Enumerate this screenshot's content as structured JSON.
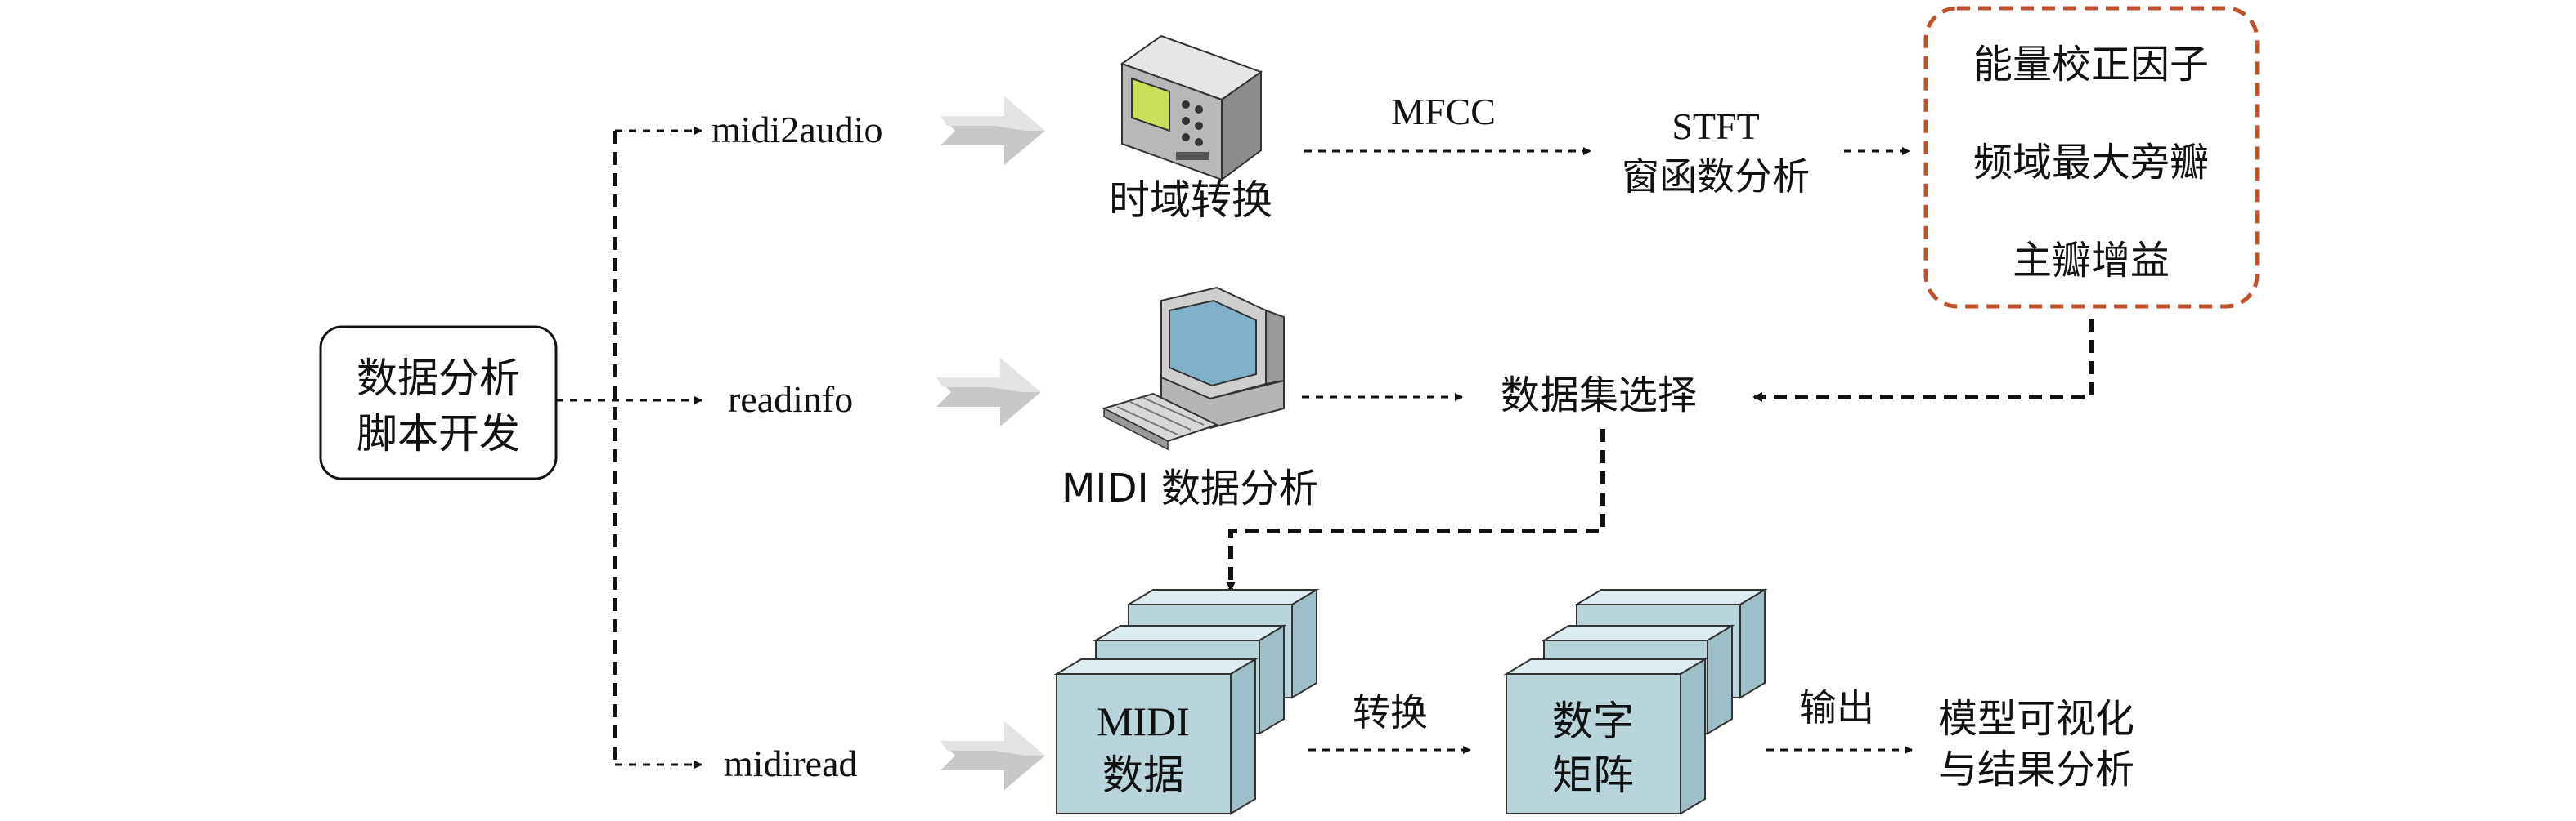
{
  "source_box": {
    "line1": "数据分析",
    "line2": "脚本开发"
  },
  "branches": {
    "top": "midi2audio",
    "middle": "readinfo",
    "bottom": "midiread"
  },
  "top_row": {
    "device_label": "时域转换",
    "edge_label": "MFCC",
    "stft_line1": "STFT",
    "stft_line2": "窗函数分析",
    "params": [
      "能量校正因子",
      "频域最大旁瓣",
      "主瓣增益"
    ]
  },
  "middle_row": {
    "computer_label": "MIDI 数据分析",
    "dataset_label": "数据集选择"
  },
  "bottom_row": {
    "midi_data_line1": "MIDI",
    "midi_data_line2": "数据",
    "convert_label": "转换",
    "matrix_line1": "数字",
    "matrix_line2": "矩阵",
    "output_label": "输出",
    "result_line1": "模型可视化",
    "result_line2": "与结果分析"
  },
  "colors": {
    "line": "#111111",
    "params_border": "#c0502a",
    "block_face": "#b9d4db",
    "block_top": "#dcecf0",
    "block_side": "#9fbfc8",
    "arrow_gray": "#c8c8c8",
    "device_green": "#c9e05a"
  },
  "icons": [
    "oscilloscope-icon",
    "computer-icon",
    "gray-arrow-icon"
  ]
}
